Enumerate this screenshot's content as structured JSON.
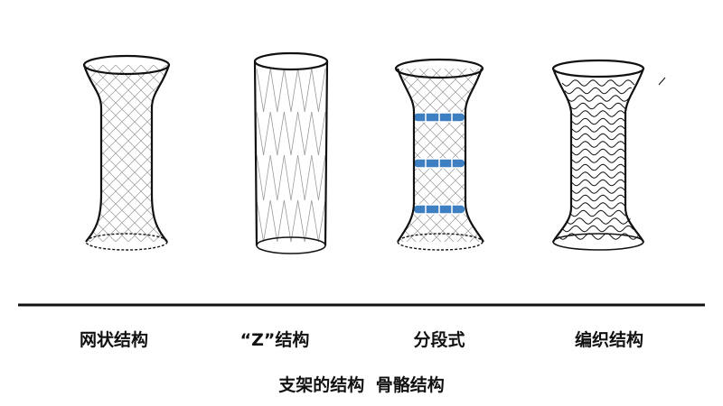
{
  "diagram": {
    "caption": "支架的结构  骨骼结构",
    "items": [
      {
        "label": "网状结构",
        "icon": "mesh-stent-icon"
      },
      {
        "label": "“Z”结构",
        "icon": "z-stent-icon"
      },
      {
        "label": "分段式",
        "icon": "segmented-stent-icon"
      },
      {
        "label": "编织结构",
        "icon": "braided-stent-icon"
      }
    ],
    "colors": {
      "line": "#111111",
      "mesh": "#9a9a9a",
      "segment": "#3d7fc0"
    }
  }
}
